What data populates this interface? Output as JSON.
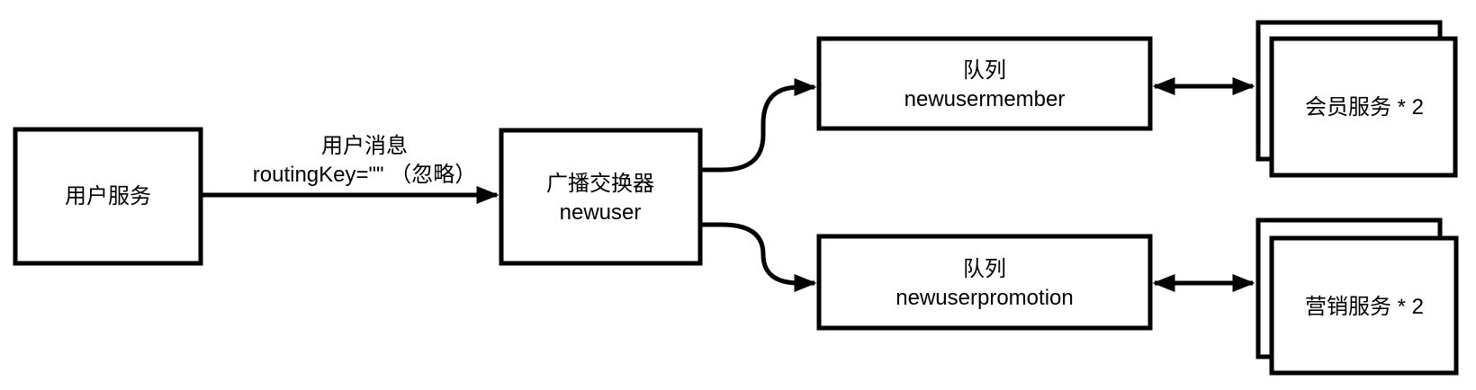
{
  "diagram": {
    "type": "message-flow-diagram",
    "colors": {
      "background": "#ffffff",
      "line": "#000000",
      "node_fill": "#ffffff",
      "text": "#000000"
    },
    "nodes": {
      "user_service": {
        "label": "用户服务"
      },
      "exchange": {
        "title": "广播交换器",
        "name": "newuser"
      },
      "queue_member": {
        "title": "队列",
        "name": "newusermember"
      },
      "queue_promotion": {
        "title": "队列",
        "name": "newuserpromotion"
      },
      "member_service": {
        "label": "会员服务 * 2",
        "stacked": true
      },
      "promotion_service": {
        "label": "营销服务 * 2",
        "stacked": true
      }
    },
    "edges": {
      "user_to_exchange": {
        "from": "user_service",
        "to": "exchange",
        "direction": "one-way",
        "label_line1": "用户消息",
        "label_line2": "routingKey=\"\" （忽略）"
      },
      "exchange_to_queue_member": {
        "from": "exchange",
        "to": "queue_member",
        "direction": "one-way"
      },
      "exchange_to_queue_promotion": {
        "from": "exchange",
        "to": "queue_promotion",
        "direction": "one-way"
      },
      "queue_member_to_member_service": {
        "from": "queue_member",
        "to": "member_service",
        "direction": "two-way"
      },
      "queue_promotion_to_promotion_service": {
        "from": "queue_promotion",
        "to": "promotion_service",
        "direction": "two-way"
      }
    }
  }
}
